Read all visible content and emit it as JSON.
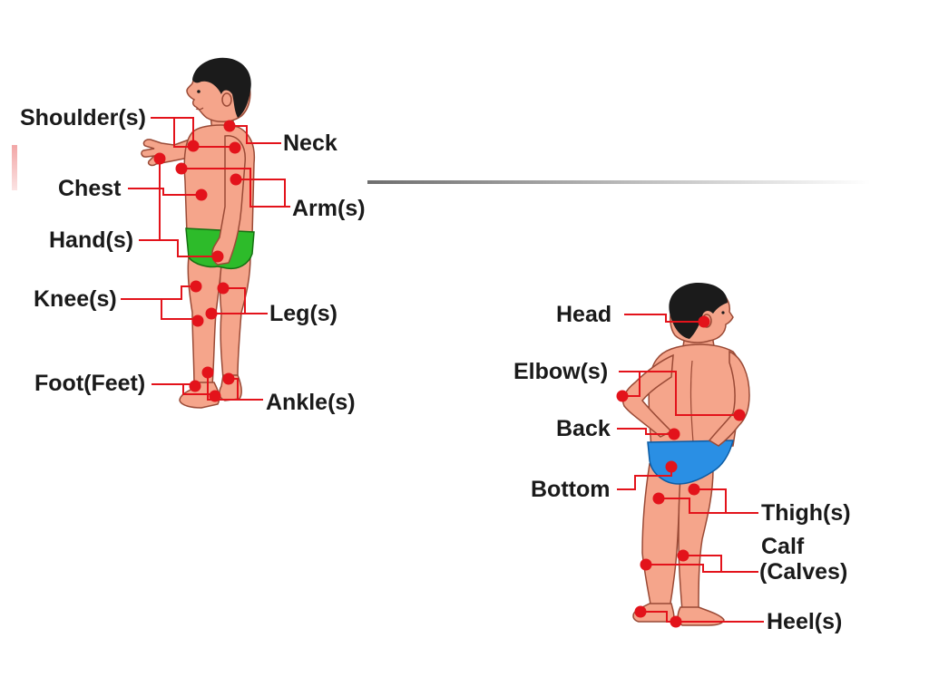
{
  "colors": {
    "marker": "#e3131b",
    "skin": "#f5a58b",
    "skin_outline": "#9a4a36",
    "hair": "#1b1b1b",
    "diaper": "#2dbb2a",
    "diaper_outline": "#157012",
    "briefs": "#2a8fe4",
    "briefs_outline": "#0d5ca3",
    "label_text": "#1a1a1a",
    "slide_accent": "#f2a6a6",
    "slide_rule": "#7a7a7a"
  },
  "front_view": {
    "labels": {
      "shoulders": "Shoulder(s)",
      "neck": "Neck",
      "chest": "Chest",
      "arms": "Arm(s)",
      "hands": "Hand(s)",
      "knees": "Knee(s)",
      "legs": "Leg(s)",
      "feet": "Foot(Feet)",
      "ankles": "Ankle(s)"
    }
  },
  "back_view": {
    "labels": {
      "head": "Head",
      "elbows": "Elbow(s)",
      "back": "Back",
      "bottom": "Bottom",
      "thighs": "Thigh(s)",
      "calves_line1": "Calf",
      "calves_line2": "(Calves)",
      "heels": "Heel(s)"
    }
  }
}
